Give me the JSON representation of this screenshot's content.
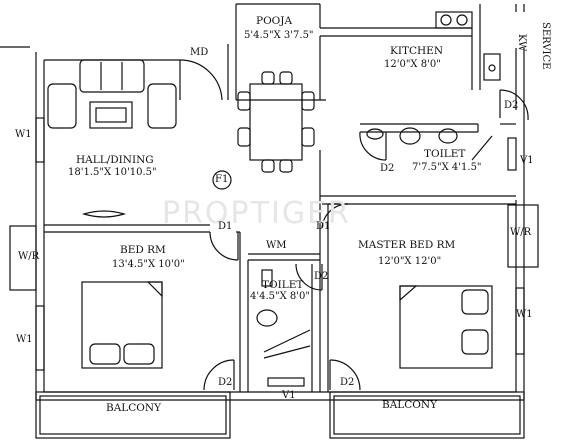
{
  "watermark": "PROPTIGER",
  "rooms": {
    "pooja": {
      "name": "POOJA",
      "size": "5'4.5\"X 3'7.5\""
    },
    "kitchen": {
      "name": "KITCHEN",
      "size": "12'0\"X 8'0\""
    },
    "service": {
      "name": "SERVICE"
    },
    "hall": {
      "name": "HALL/DINING",
      "size": "18'1.5\"X 10'10.5\""
    },
    "toilet1": {
      "name": "TOILET",
      "size": "7'7.5\"X 4'1.5\""
    },
    "bed": {
      "name": "BED RM",
      "size": "13'4.5\"X 10'0\""
    },
    "master": {
      "name": "MASTER BED RM",
      "size": "12'0\"X 12'0\""
    },
    "toilet2": {
      "name": "TOILET",
      "size": "4'4.5\"X 8'0\""
    },
    "balcony_left": {
      "name": "BALCONY"
    },
    "balcony_right": {
      "name": "BALCONY"
    }
  },
  "tags": {
    "md": "MD",
    "kw": "KW",
    "d2_kitchen": "D2",
    "d2_toilet": "D2",
    "w1_hall": "W1",
    "v1_toilet": "V1",
    "f1": "F1",
    "d1_bed": "D1",
    "wm": "WM",
    "d1_master": "D1",
    "d2_toilet2": "D2",
    "wr_left": "W/R",
    "wr_right": "W/R",
    "w1_bed": "W1",
    "w1_master": "W1",
    "d2_bal_left": "D2",
    "v1_bottom": "V1",
    "d2_bal_right": "D2"
  }
}
